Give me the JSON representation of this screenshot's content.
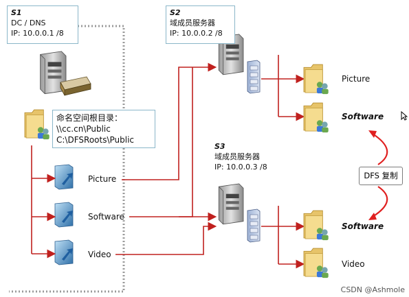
{
  "s1": {
    "title": "S1",
    "line1": "DC / DNS",
    "line2": "IP: 10.0.0.1 /8"
  },
  "s2": {
    "title": "S2",
    "line1": "域成员服务器",
    "line2": "IP: 10.0.0.2 /8"
  },
  "s3": {
    "title": "S3",
    "line1": "域成员服务器",
    "line2": "IP: 10.0.0.3 /8"
  },
  "namespace": {
    "line1": "命名空间根目录：",
    "line2": "\\\\cc.cn\\Public",
    "line3": "C:\\DFSRoots\\Public"
  },
  "links": [
    "Picture",
    "Software",
    "Video"
  ],
  "s2_folders": [
    "Picture",
    "Software"
  ],
  "s3_folders": [
    "Software",
    "Video"
  ],
  "replication": "DFS 复制",
  "watermark": "CSDN @Ashmole",
  "colors": {
    "line": "#c0201e",
    "box_border": "#8ab6c9",
    "folder": "#e7c46a",
    "link_icon": "#2e7bbd"
  }
}
